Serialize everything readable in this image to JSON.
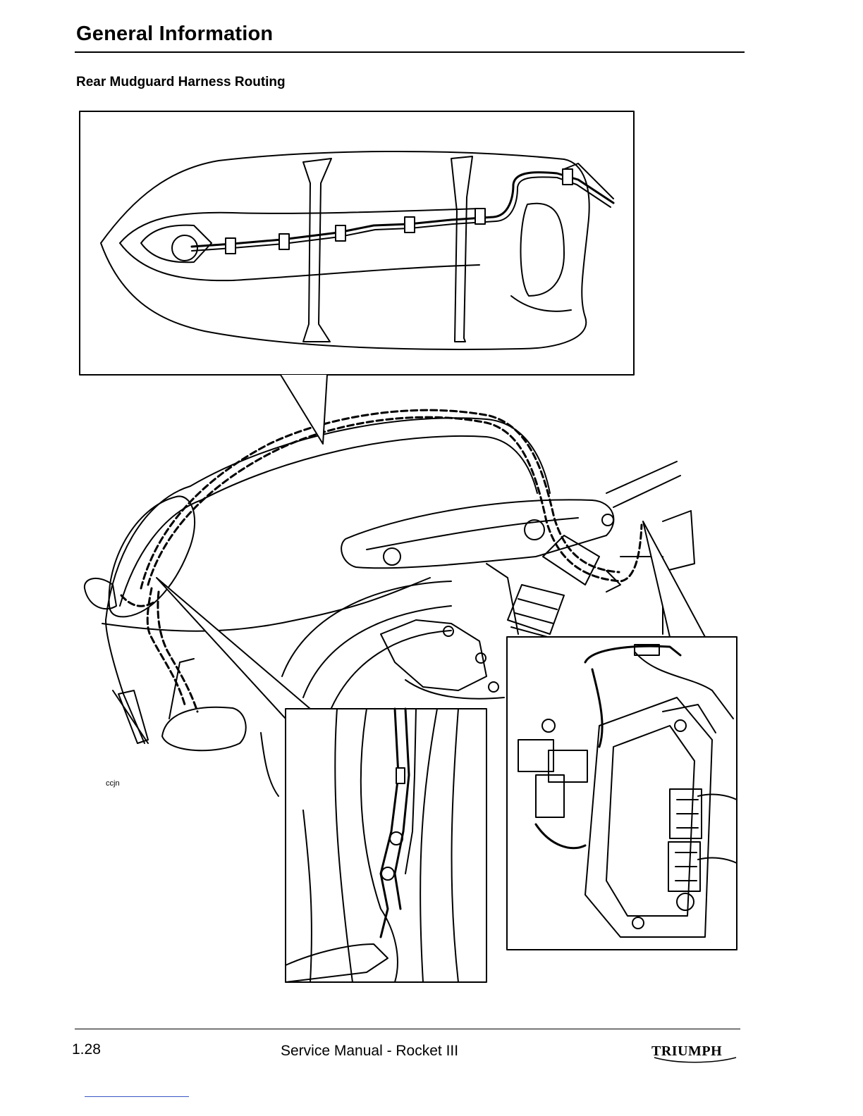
{
  "header": {
    "title": "General Information"
  },
  "section": {
    "title": "Rear Mudguard Harness Routing"
  },
  "figure": {
    "code": "ccjn",
    "insets": [
      "top-harness-view",
      "left-lower-detail",
      "right-lower-detail"
    ]
  },
  "footer": {
    "page_number": "1.28",
    "manual_title": "Service Manual - Rocket III",
    "brand": "TRIUMPH"
  }
}
